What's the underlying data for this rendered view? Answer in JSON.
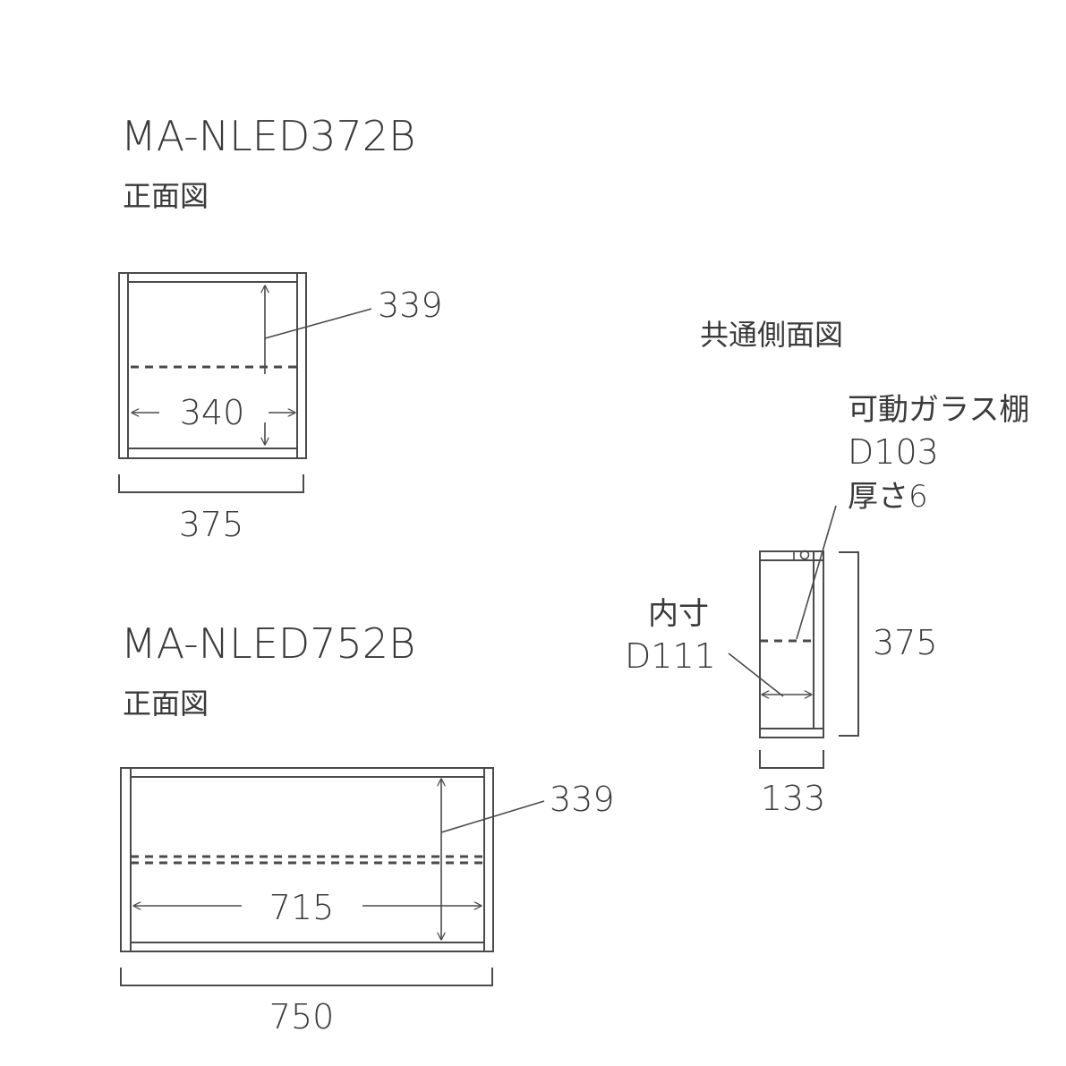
{
  "front_small": {
    "model": "MA-NLED372B",
    "view": "正面図",
    "height_inner": "339",
    "width_inner": "340",
    "width_outer": "375"
  },
  "front_large": {
    "model": "MA-NLED752B",
    "view": "正面図",
    "height_inner": "339",
    "width_inner": "715",
    "width_outer": "750"
  },
  "side": {
    "view": "共通側面図",
    "shelf_label": "可動ガラス棚",
    "shelf_depth": "D103",
    "shelf_thickness": "厚さ6",
    "inner_label": "内寸",
    "inner_depth": "D111",
    "height_outer": "375",
    "depth_outer": "133"
  }
}
